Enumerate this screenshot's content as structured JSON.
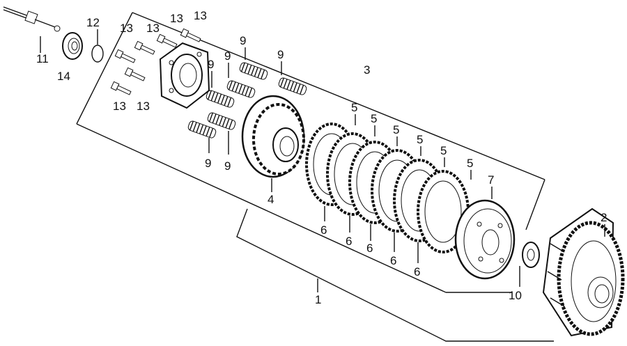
{
  "labels": {
    "n1": "1",
    "n2": "2",
    "n3": "3",
    "n4": "4",
    "n5": "5",
    "n6": "6",
    "n7": "7",
    "n9": "9",
    "n10": "10",
    "n11": "11",
    "n12": "12",
    "n13": "13",
    "n14": "14"
  }
}
